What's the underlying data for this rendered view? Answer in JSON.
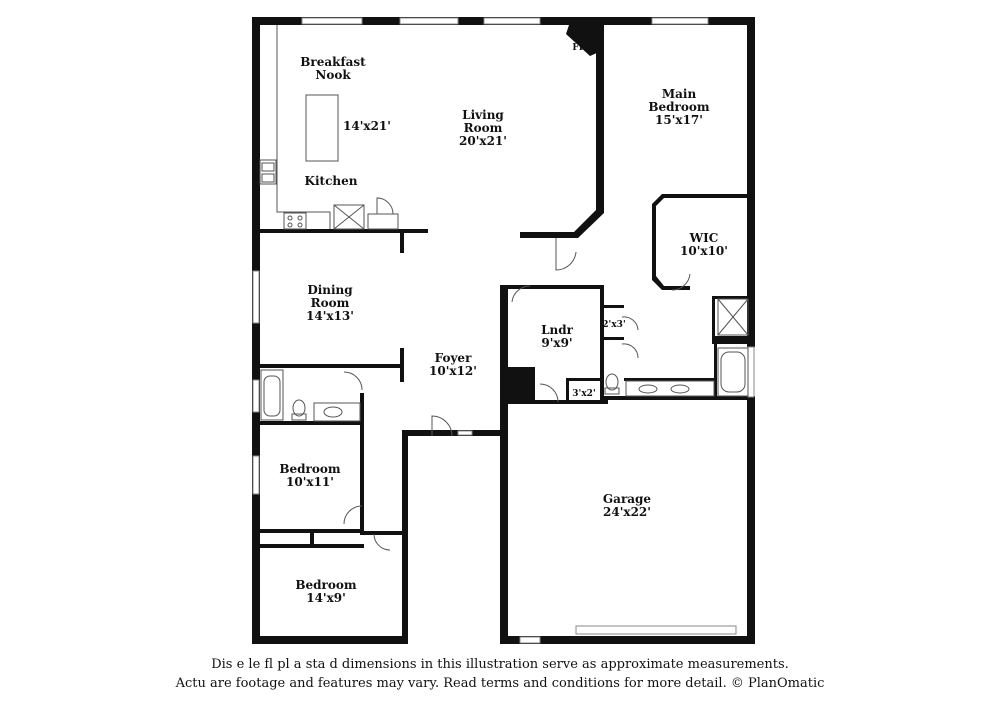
{
  "rooms": {
    "breakfast_nook": {
      "line1": "Breakfast",
      "line2": "Nook"
    },
    "kitchen": {
      "name": "Kitchen",
      "size": "14'x21'"
    },
    "living_room": {
      "line1": "Living",
      "line2": "Room",
      "size": "20'x21'"
    },
    "fireplace": {
      "abbr": "FP"
    },
    "main_bedroom": {
      "line1": "Main",
      "line2": "Bedroom",
      "size": "15'x17'"
    },
    "wic": {
      "name": "WIC",
      "size": "10'x10'"
    },
    "dining_room": {
      "line1": "Dining",
      "line2": "Room",
      "size": "14'x13'"
    },
    "foyer": {
      "name": "Foyer",
      "size": "10'x12'"
    },
    "laundry": {
      "name": "Lndr",
      "size": "9'x9'"
    },
    "closet_a": {
      "size": "2'x3'"
    },
    "closet_b": {
      "size": "3'x2'"
    },
    "bedroom_1": {
      "name": "Bedroom",
      "size": "10'x11'"
    },
    "bedroom_2": {
      "name": "Bedroom",
      "size": "14'x9'"
    },
    "garage": {
      "name": "Garage",
      "size": "24'x22'"
    }
  },
  "disclaimer": {
    "line1": "Dis     e   le fl   pl  a   sta  d dimensions in this illustration serve as approximate measurements.",
    "line2": "Actu     are footage and features may vary. Read terms and conditions for more detail. © PlanOmatic"
  },
  "colors": {
    "wall": "#111111",
    "fixture": "#555555",
    "window": "#888888"
  }
}
